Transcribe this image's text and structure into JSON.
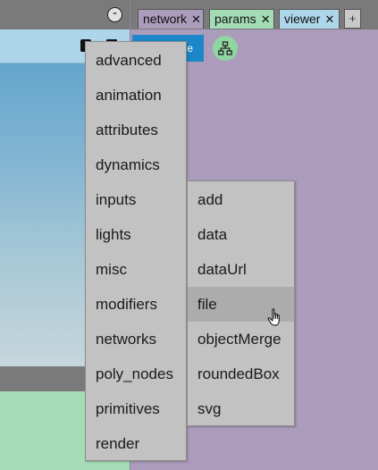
{
  "left_panel": {
    "collapse_label": "-"
  },
  "tabs": [
    {
      "label": "network",
      "close": "✕"
    },
    {
      "label": "params",
      "close": "✕"
    },
    {
      "label": "viewer",
      "close": "✕"
    }
  ],
  "add_tab_label": "+",
  "node_button_label": "le",
  "main_menu": {
    "items": [
      "advanced",
      "animation",
      "attributes",
      "dynamics",
      "inputs",
      "lights",
      "misc",
      "modifiers",
      "networks",
      "poly_nodes",
      "primitives",
      "render"
    ]
  },
  "submenu": {
    "items": [
      "add",
      "data",
      "dataUrl",
      "file",
      "objectMerge",
      "roundedBox",
      "svg"
    ],
    "highlighted_item": "file"
  },
  "colors": {
    "network_bg": "#ab9cbb",
    "params_bg": "#a4dcb6",
    "viewer_bg": "#aed6ea",
    "menu_bg": "#c2c2c2",
    "menu_highlight": "#acacac",
    "button_blue": "#1b87c9"
  },
  "icons": {
    "tree_button": "sitemap-icon",
    "cursor": "hand-pointer-icon"
  }
}
